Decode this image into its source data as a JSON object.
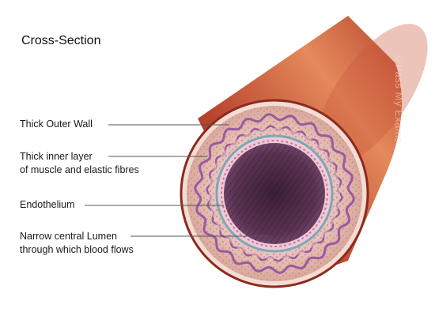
{
  "title": "Cross-Section",
  "watermark": "©Pass My Exams",
  "labels": {
    "outer_wall": "Thick Outer Wall",
    "muscle_line1": "Thick inner layer",
    "muscle_line2": "of muscle and elastic fibres",
    "endothelium": "Endothelium",
    "lumen_line1": "Narrow central Lumen",
    "lumen_line2": "through which blood flows"
  },
  "colors": {
    "outer_wall": "#b8442e",
    "wall_highlight": "#e48a5c",
    "tissue": "#e8c3b9",
    "muscle_border": "#9a5aa0",
    "endothelium_ring": "#7aa9b4",
    "lumen": "#4d2a45"
  }
}
